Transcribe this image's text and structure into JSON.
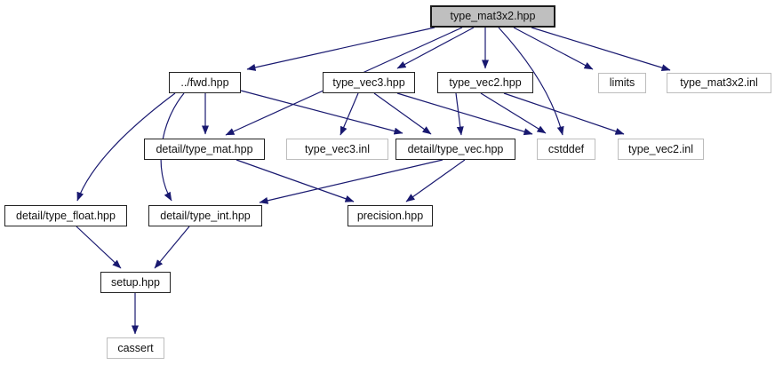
{
  "diagram": {
    "type": "include-dependency-graph",
    "edge_color": "#191970",
    "current_node_fill": "#bfbfbf",
    "nodes": [
      {
        "id": "type_mat3x2_hpp",
        "label": "type_mat3x2.hpp",
        "kind": "current"
      },
      {
        "id": "fwd_hpp",
        "label": "../fwd.hpp",
        "kind": "internal"
      },
      {
        "id": "type_vec3_hpp",
        "label": "type_vec3.hpp",
        "kind": "internal"
      },
      {
        "id": "type_vec2_hpp",
        "label": "type_vec2.hpp",
        "kind": "internal"
      },
      {
        "id": "limits",
        "label": "limits",
        "kind": "external"
      },
      {
        "id": "type_mat3x2_inl",
        "label": "type_mat3x2.inl",
        "kind": "external"
      },
      {
        "id": "detail_type_mat_hpp",
        "label": "detail/type_mat.hpp",
        "kind": "internal"
      },
      {
        "id": "type_vec3_inl",
        "label": "type_vec3.inl",
        "kind": "external"
      },
      {
        "id": "detail_type_vec_hpp",
        "label": "detail/type_vec.hpp",
        "kind": "internal"
      },
      {
        "id": "cstddef",
        "label": "cstddef",
        "kind": "external"
      },
      {
        "id": "type_vec2_inl",
        "label": "type_vec2.inl",
        "kind": "external"
      },
      {
        "id": "detail_type_float_hpp",
        "label": "detail/type_float.hpp",
        "kind": "internal"
      },
      {
        "id": "detail_type_int_hpp",
        "label": "detail/type_int.hpp",
        "kind": "internal"
      },
      {
        "id": "precision_hpp",
        "label": "precision.hpp",
        "kind": "internal"
      },
      {
        "id": "setup_hpp",
        "label": "setup.hpp",
        "kind": "internal"
      },
      {
        "id": "cassert",
        "label": "cassert",
        "kind": "external"
      }
    ],
    "edges": [
      {
        "from": "type_mat3x2.hpp",
        "to": "../fwd.hpp"
      },
      {
        "from": "type_mat3x2.hpp",
        "to": "detail/type_mat.hpp"
      },
      {
        "from": "type_mat3x2.hpp",
        "to": "type_vec3.hpp"
      },
      {
        "from": "type_mat3x2.hpp",
        "to": "type_vec2.hpp"
      },
      {
        "from": "type_mat3x2.hpp",
        "to": "cstddef"
      },
      {
        "from": "type_mat3x2.hpp",
        "to": "limits"
      },
      {
        "from": "type_mat3x2.hpp",
        "to": "type_mat3x2.inl"
      },
      {
        "from": "../fwd.hpp",
        "to": "detail/type_float.hpp"
      },
      {
        "from": "../fwd.hpp",
        "to": "detail/type_int.hpp"
      },
      {
        "from": "../fwd.hpp",
        "to": "detail/type_mat.hpp"
      },
      {
        "from": "../fwd.hpp",
        "to": "detail/type_vec.hpp"
      },
      {
        "from": "type_vec3.hpp",
        "to": "type_vec3.inl"
      },
      {
        "from": "type_vec3.hpp",
        "to": "detail/type_vec.hpp"
      },
      {
        "from": "type_vec3.hpp",
        "to": "cstddef"
      },
      {
        "from": "type_vec2.hpp",
        "to": "detail/type_vec.hpp"
      },
      {
        "from": "type_vec2.hpp",
        "to": "cstddef"
      },
      {
        "from": "type_vec2.hpp",
        "to": "type_vec2.inl"
      },
      {
        "from": "detail/type_mat.hpp",
        "to": "precision.hpp"
      },
      {
        "from": "detail/type_vec.hpp",
        "to": "detail/type_int.hpp"
      },
      {
        "from": "detail/type_vec.hpp",
        "to": "precision.hpp"
      },
      {
        "from": "detail/type_float.hpp",
        "to": "setup.hpp"
      },
      {
        "from": "detail/type_int.hpp",
        "to": "setup.hpp"
      },
      {
        "from": "setup.hpp",
        "to": "cassert"
      }
    ]
  }
}
